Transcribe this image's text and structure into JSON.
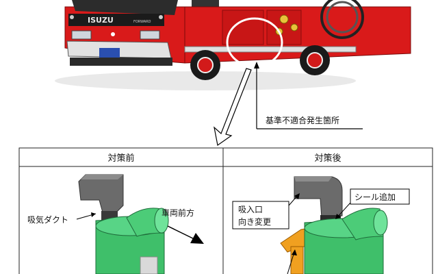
{
  "truck": {
    "badge": "ISUZU",
    "grille_label": "FORWARD"
  },
  "callout": {
    "defect_location": "基準不適合発生箇所"
  },
  "table": {
    "before_header": "対策前",
    "after_header": "対策後"
  },
  "before": {
    "intake_duct_label": "吸気ダクト",
    "vehicle_front_label": "車両前方"
  },
  "after": {
    "seal_added_label": "シール追加",
    "intake_label_line1": "吸入口",
    "intake_label_line2": "向き変更"
  },
  "colors": {
    "truck_red": "#d91a1a",
    "part_green": "#3fbf6a",
    "duct_gray": "#6b6b6b",
    "bracket_orange": "#f0a020"
  }
}
